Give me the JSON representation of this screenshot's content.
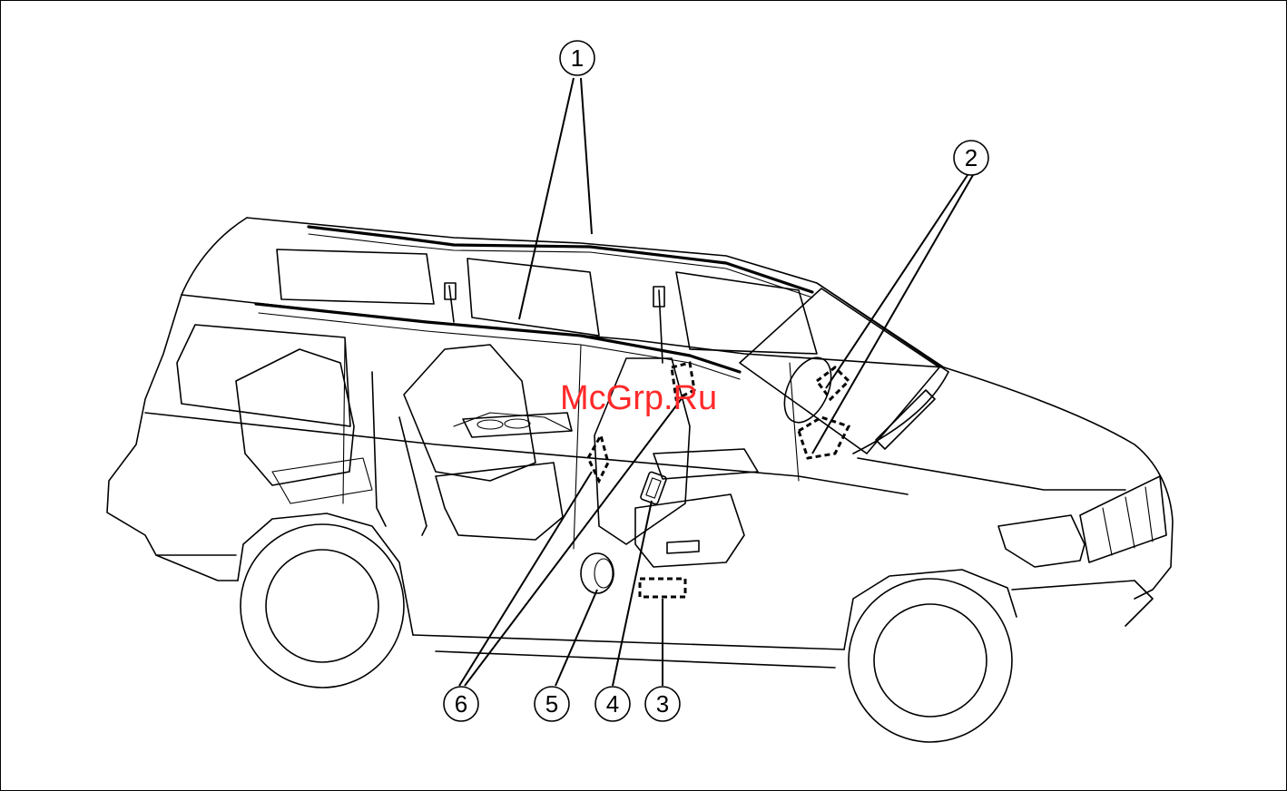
{
  "watermark": "McGrp.Ru",
  "callouts": [
    {
      "id": "1",
      "label": "1"
    },
    {
      "id": "2",
      "label": "2"
    },
    {
      "id": "3",
      "label": "3"
    },
    {
      "id": "4",
      "label": "4"
    },
    {
      "id": "5",
      "label": "5"
    },
    {
      "id": "6",
      "label": "6"
    }
  ]
}
